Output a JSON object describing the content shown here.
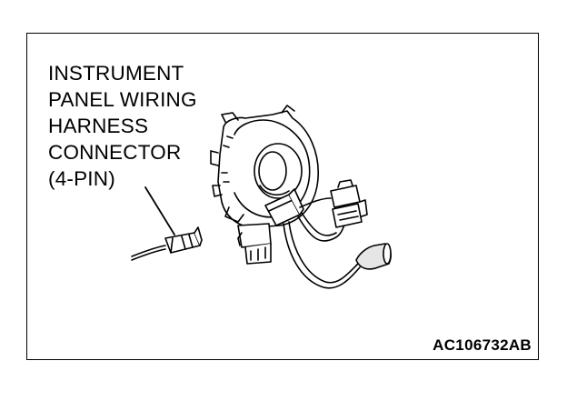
{
  "label": {
    "lines": [
      "INSTRUMENT",
      "PANEL WIRING",
      "HARNESS",
      "CONNECTOR",
      "(4-PIN)"
    ]
  },
  "figure_code": "AC106732AB"
}
